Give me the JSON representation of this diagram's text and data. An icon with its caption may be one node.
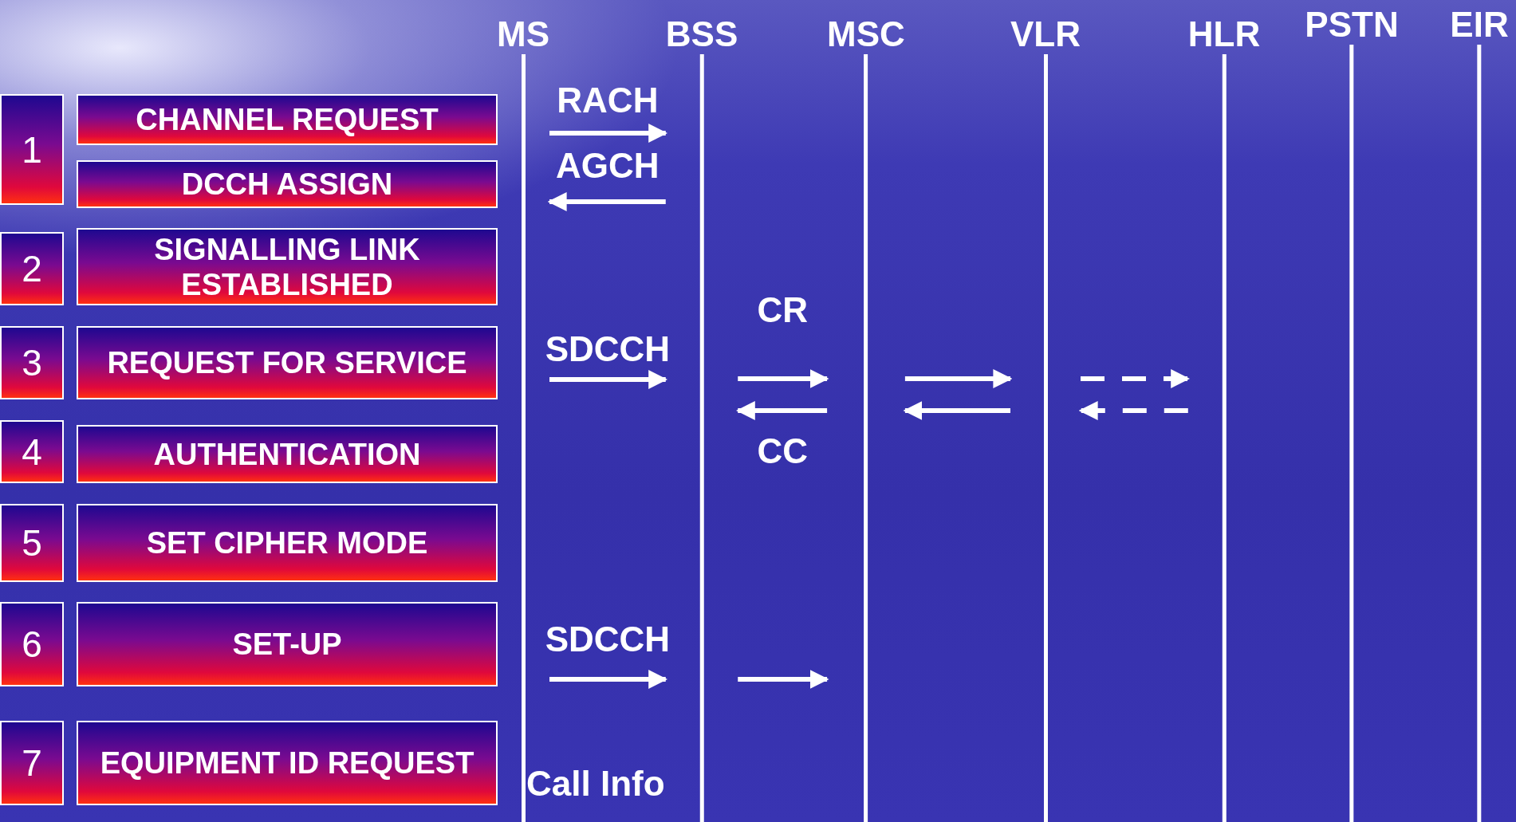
{
  "diagram": {
    "nodes": [
      {
        "text": [
          "MS"
        ]
      },
      {
        "text": [
          "BSS"
        ]
      },
      {
        "text": [
          "MSC"
        ]
      },
      {
        "text": [
          "VLR"
        ]
      },
      {
        "text": [
          "HLR"
        ]
      },
      {
        "text": [
          "PSTN"
        ]
      },
      {
        "text": [
          "EIR"
        ]
      },
      {
        "text": [
          "1"
        ]
      },
      {
        "text": [
          "CHANNEL REQUEST"
        ]
      },
      {
        "text": [
          "DCCH ASSIGN"
        ]
      },
      {
        "text": [
          "2"
        ]
      },
      {
        "text": [
          "SIGNALLING LINK ESTABLISHED"
        ]
      },
      {
        "text": [
          "3"
        ]
      },
      {
        "text": [
          "REQUEST FOR SERVICE"
        ]
      },
      {
        "text": [
          "4"
        ]
      },
      {
        "text": [
          "AUTHENTICATION"
        ]
      },
      {
        "text": [
          "5"
        ]
      },
      {
        "text": [
          "SET CIPHER MODE"
        ]
      },
      {
        "text": [
          "6"
        ]
      },
      {
        "text": [
          "SET-UP"
        ]
      },
      {
        "text": [
          "7"
        ]
      },
      {
        "text": [
          "EQUIPMENT ID REQUEST"
        ]
      }
    ],
    "edges": [
      {
        "from": 0,
        "to": 1,
        "arrow": "to",
        "label": "RACH"
      },
      {
        "from": 1,
        "to": 0,
        "arrow": "to",
        "label": "AGCH"
      },
      {
        "from": 0,
        "to": 1,
        "arrow": "to",
        "label": "SDCCH"
      },
      {
        "from": 1,
        "to": 2,
        "arrow": "to",
        "label": "CR"
      },
      {
        "from": 2,
        "to": 1,
        "arrow": "to",
        "label": "CC"
      },
      {
        "from": 2,
        "to": 3,
        "arrow": "to"
      },
      {
        "from": 3,
        "to": 2,
        "arrow": "to"
      },
      {
        "from": 3,
        "to": 4,
        "arrow": "to",
        "style": "dashed"
      },
      {
        "from": 4,
        "to": 3,
        "arrow": "to",
        "style": "dashed"
      },
      {
        "from": 0,
        "to": 1,
        "arrow": "to",
        "label": "SDCCH"
      },
      {
        "from": 1,
        "to": 2,
        "arrow": "to"
      }
    ],
    "labels": [
      "Call Info"
    ]
  }
}
